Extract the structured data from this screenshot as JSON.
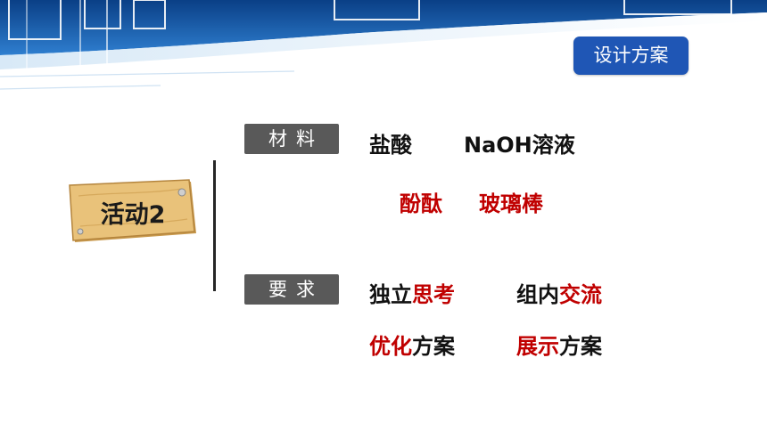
{
  "header": {
    "badge_label": "设计方案"
  },
  "activity": {
    "label": "活动2"
  },
  "materials": {
    "tag": "材料",
    "items": [
      "盐酸",
      "NaOH溶液",
      "酚酞",
      "玻璃棒"
    ]
  },
  "requirements": {
    "tag": "要求",
    "items": [
      {
        "prefix": "独立",
        "highlight": "思考",
        "suffix": ""
      },
      {
        "prefix": "组内",
        "highlight": "交流",
        "suffix": ""
      },
      {
        "prefix": "",
        "highlight": "优化",
        "suffix": "方案"
      },
      {
        "prefix": "",
        "highlight": "展示",
        "suffix": "方案"
      }
    ]
  },
  "colors": {
    "accent_blue": "#1f56b5",
    "tag_gray": "#595959",
    "highlight_red": "#c00000",
    "plank_wood": "#e9c27a"
  }
}
